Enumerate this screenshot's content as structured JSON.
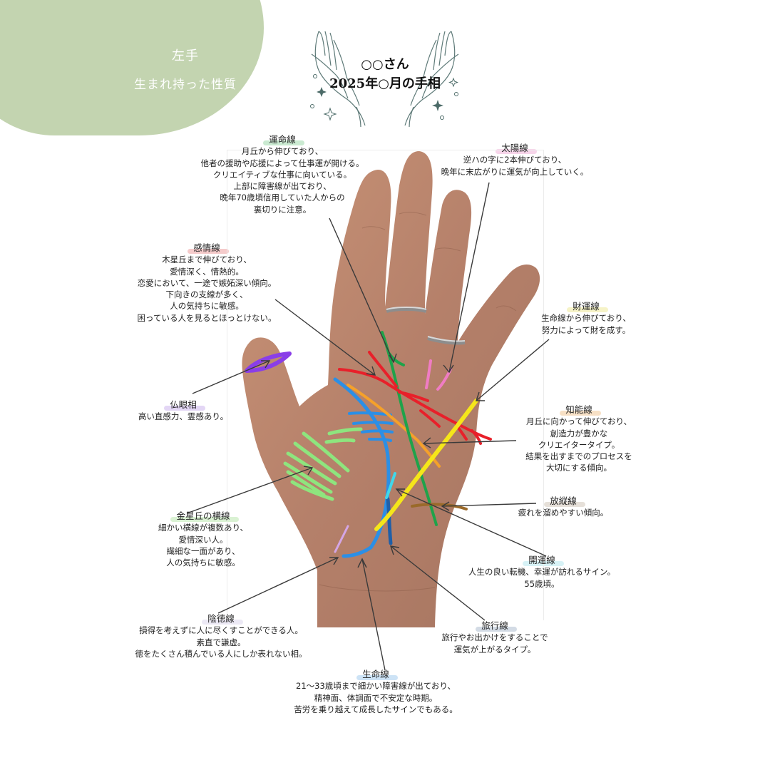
{
  "badge": {
    "title": "左手",
    "subtitle": "生まれ持った性質",
    "color": "#c3d4b0"
  },
  "header": {
    "name": "○○さん",
    "title": "2025年○月の手相",
    "icon": "open-hands-icon"
  },
  "palm_lines": [
    {
      "id": "fate",
      "label": "運命線",
      "color": "#1fa34a",
      "highlight": "#b8e3c2",
      "lines": [
        "月丘から伸びており、",
        "他者の援助や応援によって仕事運が開ける。",
        "クリエイティブな仕事に向いている。",
        "上部に障害線が出ており、",
        "晩年70歳頃信用していた人からの",
        "裏切りに注意。"
      ]
    },
    {
      "id": "sun",
      "label": "太陽線",
      "color": "#f07cc4",
      "highlight": "#f4c7e3",
      "lines": [
        "逆ハの字に2本伸びており、",
        "晩年に末広がりに運気が向上していく。"
      ]
    },
    {
      "id": "heart",
      "label": "感情線",
      "color": "#e8202a",
      "highlight": "#f1b9b9",
      "lines": [
        "木星丘まで伸びており、",
        "愛情深く、情熱的。",
        "恋愛において、一途で嫉妬深い傾向。",
        "下向きの支線が多く、",
        "人の気持ちに敏感。",
        "困っている人を見るとほっとけない。"
      ]
    },
    {
      "id": "wealth",
      "label": "財運線",
      "color": "#f5e61a",
      "highlight": "#f3efb4",
      "lines": [
        "生命線から伸びており、",
        "努力によって財を成す。"
      ]
    },
    {
      "id": "buddha-eye",
      "label": "仏眼相",
      "color": "#8a3ee8",
      "highlight": "#d9c8f2",
      "lines": [
        "高い直感力、霊感あり。"
      ]
    },
    {
      "id": "head",
      "label": "知能線",
      "color": "#f5a12a",
      "highlight": "#f4d6b2",
      "lines": [
        "月丘に向かって伸びており、",
        "創造力が豊かな",
        "クリエイタータイプ。",
        "結果を出すまでのプロセスを",
        "大切にする傾向。"
      ]
    },
    {
      "id": "via-lasciva",
      "label": "放縦線",
      "color": "#9a6a2a",
      "highlight": "#ddd6cc",
      "lines": [
        "疲れを溜めやすい傾向。"
      ]
    },
    {
      "id": "venus-bars",
      "label": "金星丘の横線",
      "color": "#8ee57e",
      "highlight": "#cdeec4",
      "lines": [
        "細かい横線が複数あり、",
        "愛情深い人。",
        "繊細な一面があり、",
        "人の気持ちに敏感。"
      ]
    },
    {
      "id": "fortune",
      "label": "開運線",
      "color": "#3fd8ea",
      "highlight": "#c9eef3",
      "lines": [
        "人生の良い転機、幸運が訪れるサイン。",
        "55歳頃。"
      ]
    },
    {
      "id": "hidden-virtue",
      "label": "陰徳線",
      "color": "#d4a6e6",
      "highlight": "#e6e2f2",
      "lines": [
        "損得を考えずに人に尽くすことができる人。",
        "素直で謙虚。",
        "徳をたくさん積んでいる人にしか表れない相。"
      ]
    },
    {
      "id": "travel",
      "label": "旅行線",
      "color": "#1f5fa8",
      "highlight": "#c4cfdc",
      "lines": [
        "旅行やお出かけをすることで",
        "運気が上がるタイプ。"
      ]
    },
    {
      "id": "life",
      "label": "生命線",
      "color": "#2b8fe6",
      "highlight": "#bcd9f3",
      "lines": [
        "21〜33歳頃まで細かい障害線が出ており、",
        "精神面、体調面で不安定な時期。",
        "苦労を乗り越えて成長したサインでもある。"
      ]
    }
  ]
}
